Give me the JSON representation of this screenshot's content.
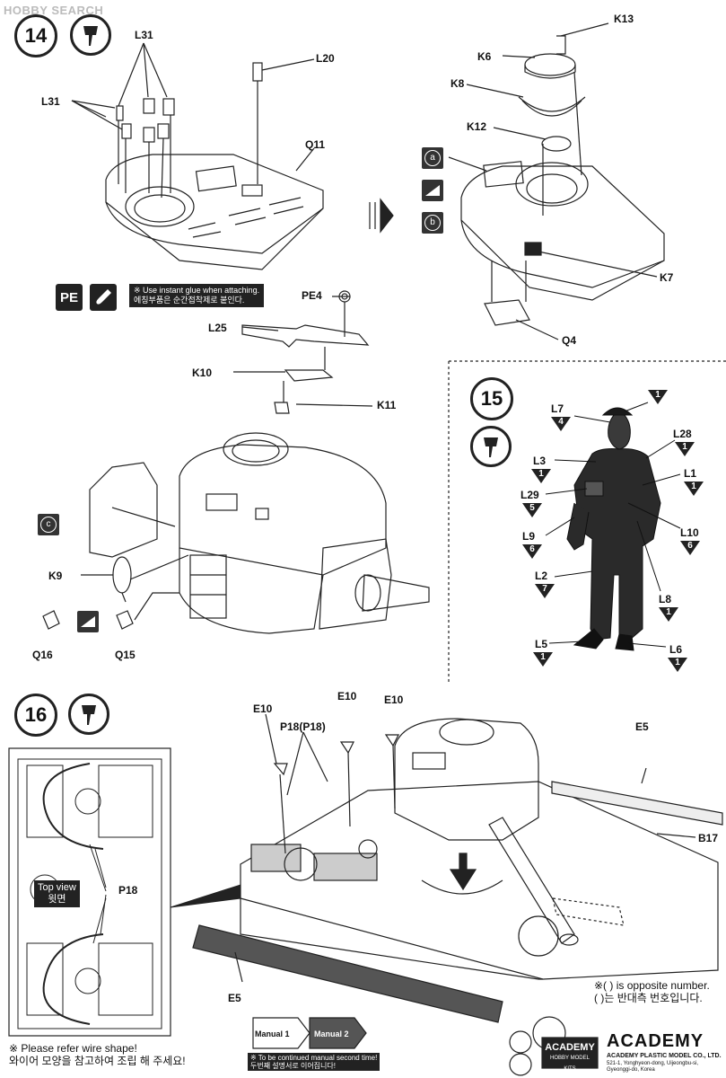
{
  "watermark": "HOBBY SEARCH",
  "steps": {
    "s14": "14",
    "s15": "15",
    "s16": "16"
  },
  "step14": {
    "labels": {
      "L31_top": "L31",
      "L31_left": "L31",
      "L20": "L20",
      "Q11": "Q11",
      "K13": "K13",
      "K6": "K6",
      "K8": "K8",
      "K12": "K12",
      "K7": "K7",
      "Q4": "Q4",
      "PE4": "PE4",
      "L25": "L25",
      "K10": "K10",
      "K11": "K11",
      "K9": "K9",
      "Q16": "Q16",
      "Q15": "Q15"
    },
    "option_a": "a",
    "option_b": "b",
    "option_c": "c",
    "pe_badge": "PE",
    "glue_note_en": "※ Use instant glue when attaching.",
    "glue_note_ko": "에칭부품은 순간접착제로 붙인다."
  },
  "step15": {
    "parts": [
      {
        "name": "L7",
        "count": "4"
      },
      {
        "name": "",
        "count": "1"
      },
      {
        "name": "L28",
        "count": "1"
      },
      {
        "name": "L3",
        "count": "1"
      },
      {
        "name": "L1",
        "count": "1"
      },
      {
        "name": "L29",
        "count": "5"
      },
      {
        "name": "L9",
        "count": "6"
      },
      {
        "name": "L10",
        "count": "6"
      },
      {
        "name": "L2",
        "count": "7"
      },
      {
        "name": "L8",
        "count": "1"
      },
      {
        "name": "L5",
        "count": "1"
      },
      {
        "name": "L6",
        "count": "1"
      }
    ]
  },
  "step16": {
    "labels": {
      "E10_a": "E10",
      "E10_b": "E10",
      "E10_c": "E10",
      "P18": "P18(P18)",
      "E5_top": "E5",
      "E5_bottom": "E5",
      "B17": "B17",
      "P18_inset": "P18"
    },
    "top_view_en": "Top view",
    "top_view_ko": "윗면"
  },
  "footer": {
    "wire_note_en": "※ Please refer wire shape!",
    "wire_note_ko": "와이어 모양을 참고하여 조립 해 주세요!",
    "manual1": "Manual 1",
    "manual2": "Manual 2",
    "continue_en": "※ To be continued manual second time!",
    "continue_ko": "두번째 설명서로 이어집니다!",
    "opposite_en": "※( ) is opposite number.",
    "opposite_ko": "( )는 반대측 번호입니다.",
    "academy_badge": "ACADEMY",
    "academy_badge_sub": "HOBBY MODEL KITS",
    "academy_logo": "ACADEMY",
    "company": "ACADEMY PLASTIC MODEL CO., LTD.",
    "address": "521-1, Yonghyeon-dong, Uijeongbu-si, Gyeonggi-do, Korea"
  }
}
